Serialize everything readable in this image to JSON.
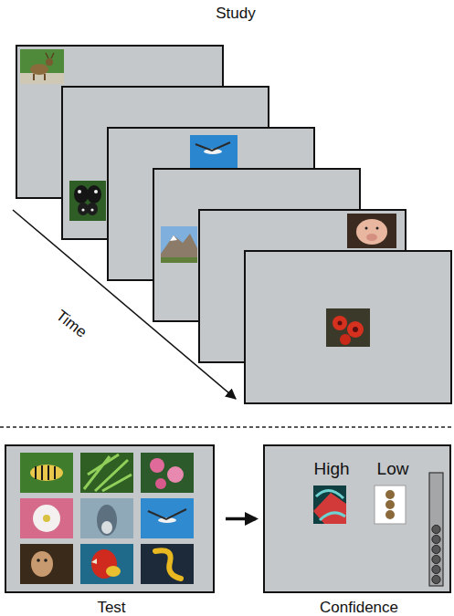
{
  "diagram": {
    "nodes": [
      {
        "text": [
          "Test"
        ]
      },
      {
        "text": [
          "High",
          "Low",
          "Confidence"
        ]
      }
    ],
    "edges": [
      {
        "from": 0,
        "to": 1,
        "arrow": "to"
      }
    ],
    "labels": [
      "Study",
      "Time"
    ]
  }
}
